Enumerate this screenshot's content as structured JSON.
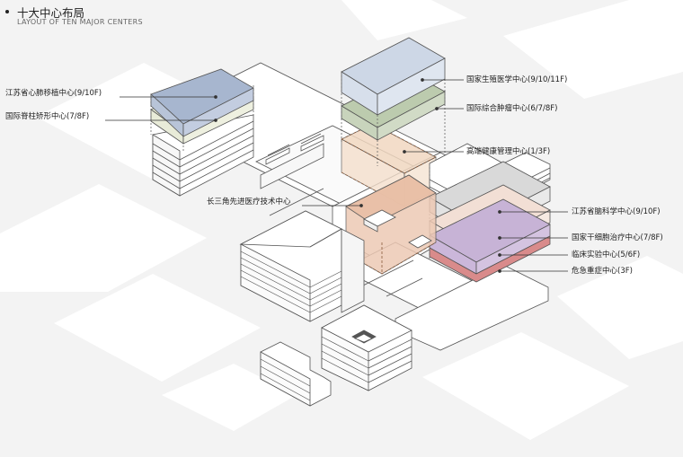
{
  "header": {
    "title_zh": "十大中心布局",
    "title_en": "LAYOUT OF TEN MAJOR CENTERS"
  },
  "colors": {
    "background": "#f3f3f3",
    "road": "#ffffff",
    "building_top": "#ffffff",
    "building_side": "#f7f7f7",
    "stroke": "#555555",
    "cardio_lung": "#a7b6cf",
    "spine": "#e3e7cf",
    "reproductive": "#cdd7e6",
    "tumor": "#bccbae",
    "health_mgmt": "#f1d8c1",
    "yangtze_tech": "#edc9b4",
    "brain": "#d9d9d9",
    "stem_cell": "#f2dfd5",
    "clinical": "#c7b3d6",
    "emergency": "#d98b8b"
  },
  "centers": [
    {
      "id": "cardio_lung",
      "label": "江苏省心肺移植中心(9/10F)"
    },
    {
      "id": "spine",
      "label": "国际脊柱矫形中心(7/8F)"
    },
    {
      "id": "reproductive",
      "label": "国家生殖医学中心(9/10/11F)"
    },
    {
      "id": "tumor",
      "label": "国际综合肿瘤中心(6/7/8F)"
    },
    {
      "id": "health_mgmt",
      "label": "高端健康管理中心(1/3F)"
    },
    {
      "id": "yangtze_tech",
      "label": "长三角先进医疗技术中心"
    },
    {
      "id": "brain",
      "label": "江苏省脑科学中心(9/10F)"
    },
    {
      "id": "stem_cell",
      "label": "国家干细胞治疗中心(7/8F)"
    },
    {
      "id": "clinical",
      "label": "临床实验中心(5/6F)"
    },
    {
      "id": "emergency",
      "label": "危急重症中心(3F)"
    }
  ]
}
